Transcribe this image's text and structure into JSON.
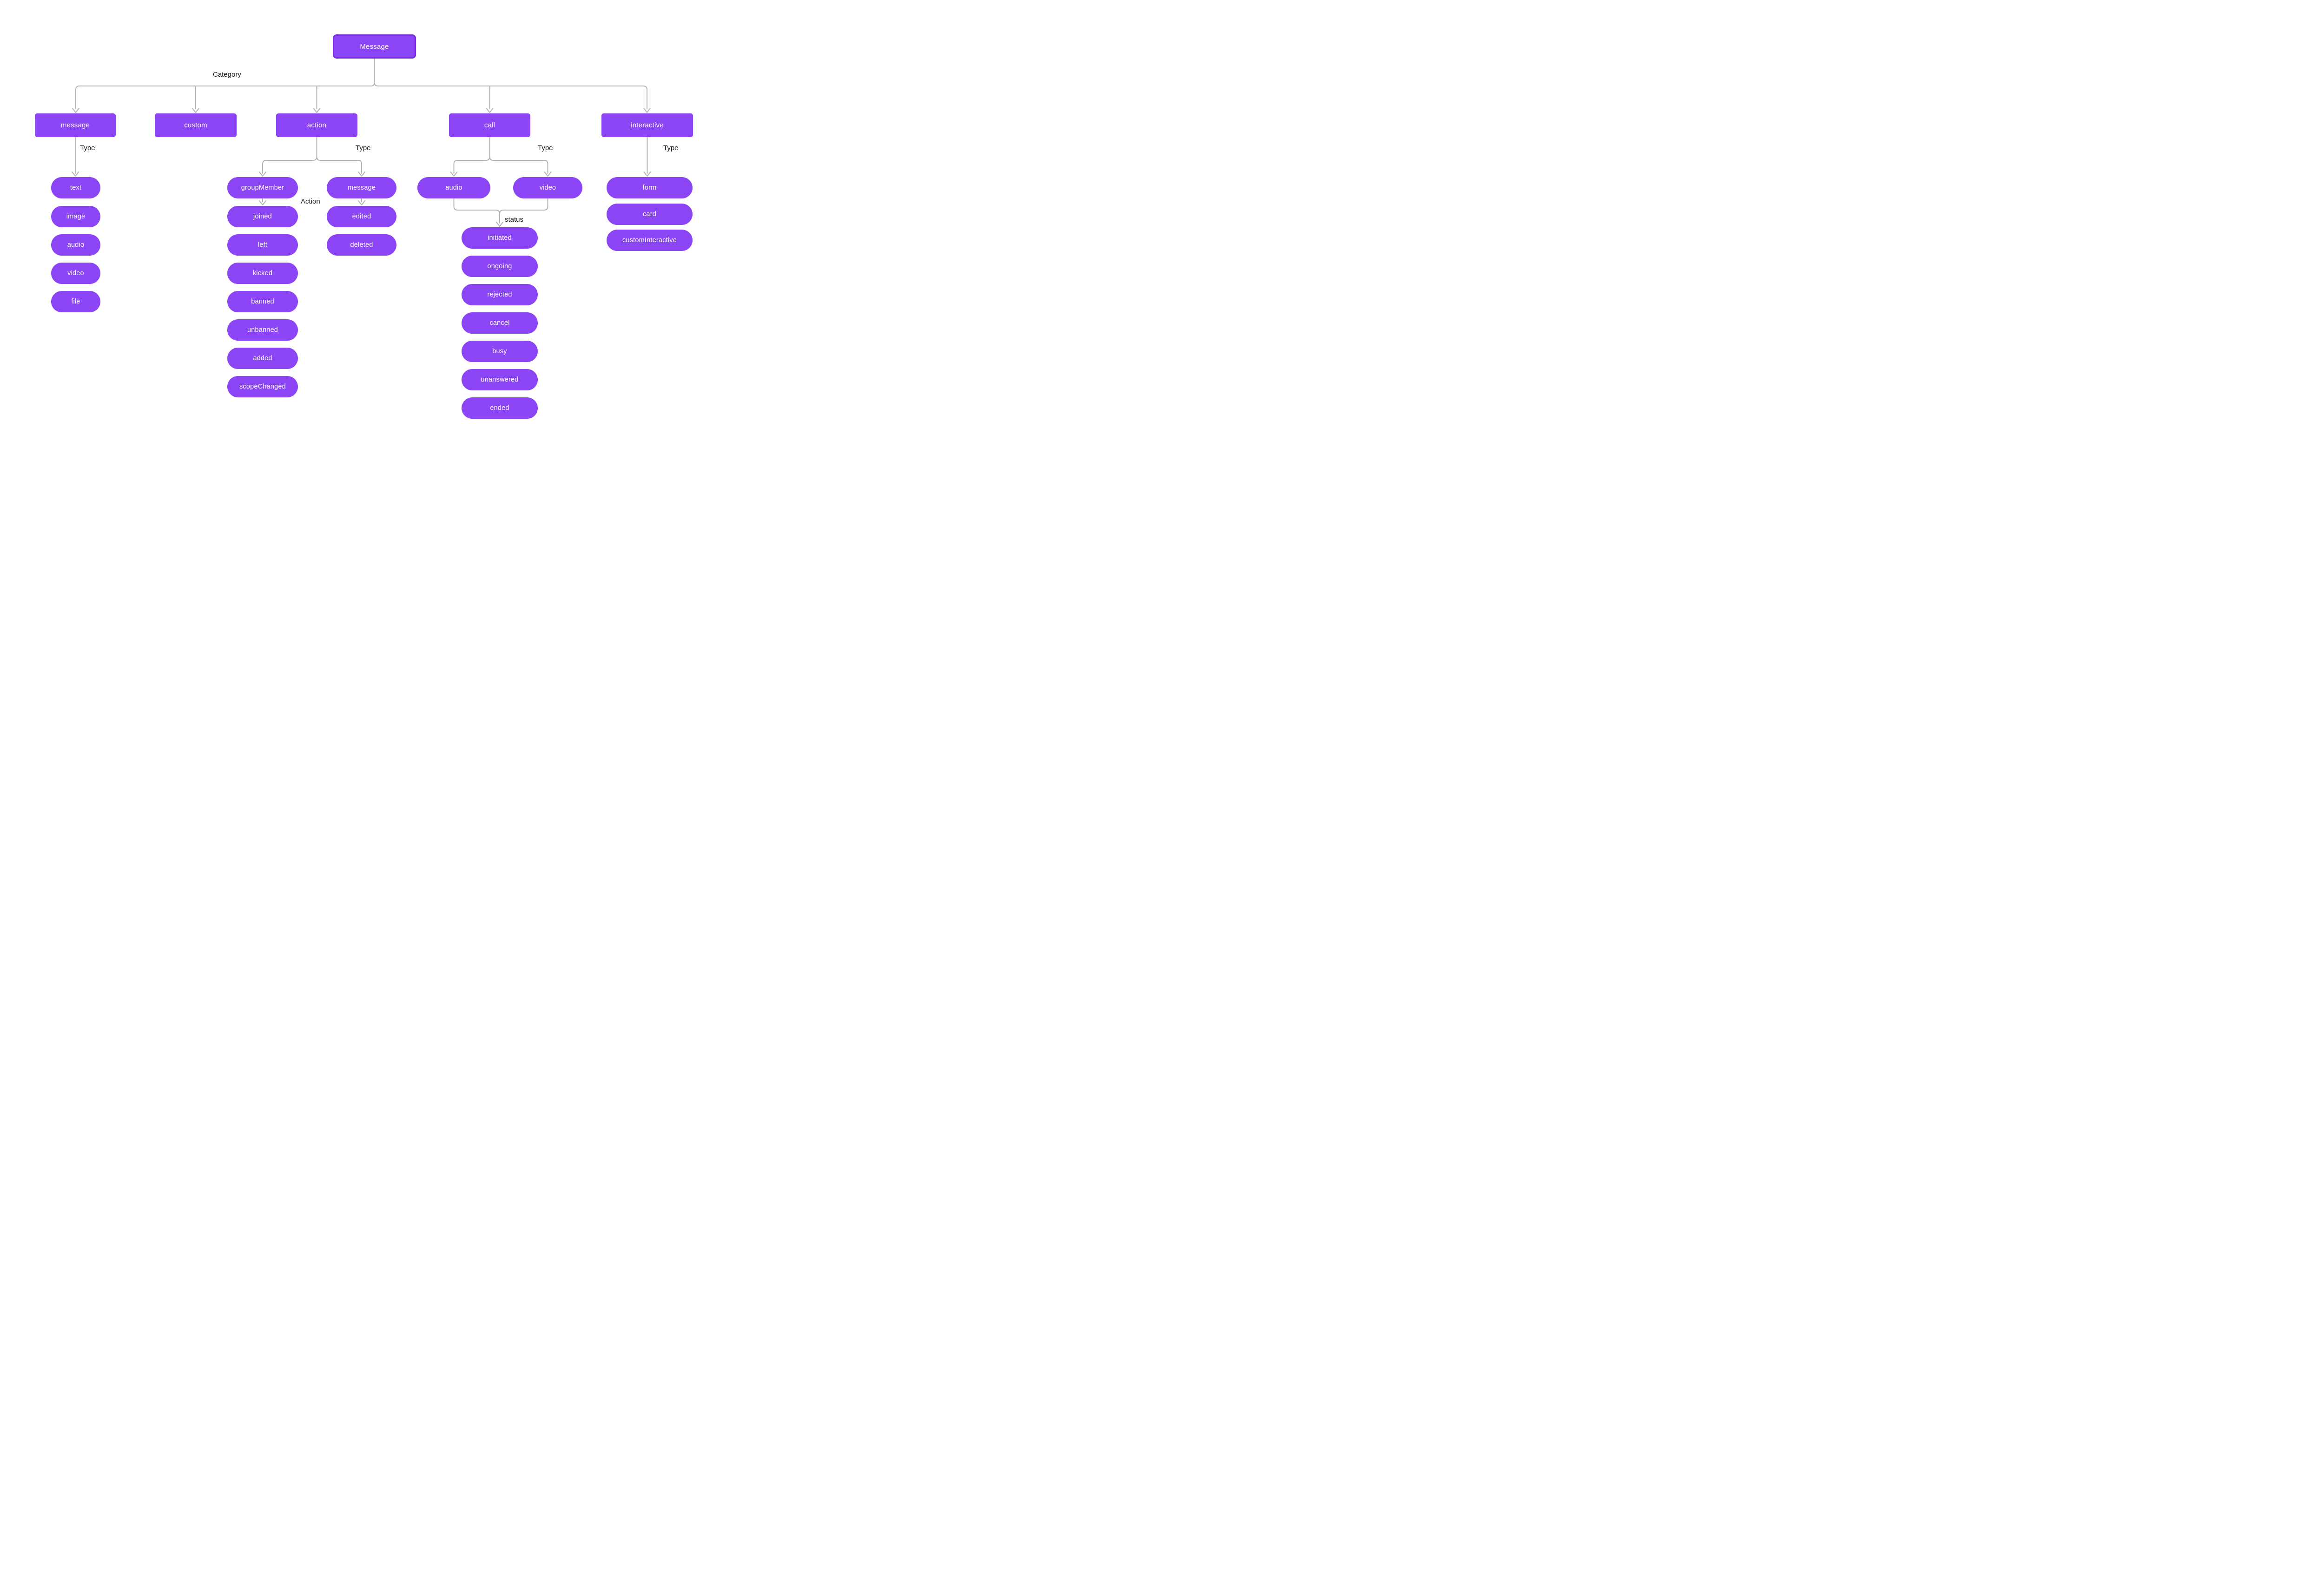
{
  "colors": {
    "node_fill": "#8b45f4",
    "root_border": "#7a2bdb",
    "connector": "#b4b4b4",
    "node_text": "#ffffff",
    "label_text": "#1a1a1a",
    "background": "#ffffff"
  },
  "root": {
    "label": "Message"
  },
  "labels": {
    "category": "Category",
    "type_message": "Type",
    "type_action": "Type",
    "type_call": "Type",
    "type_interactive": "Type",
    "action": "Action",
    "status": "status"
  },
  "categories": [
    {
      "label": "message"
    },
    {
      "label": "custom"
    },
    {
      "label": "action"
    },
    {
      "label": "call"
    },
    {
      "label": "interactive"
    }
  ],
  "message_types": [
    "text",
    "image",
    "audio",
    "video",
    "file"
  ],
  "action_types": [
    "groupMember",
    "message"
  ],
  "group_member_actions": [
    "joined",
    "left",
    "kicked",
    "banned",
    "unbanned",
    "added",
    "scopeChanged"
  ],
  "message_actions": [
    "edited",
    "deleted"
  ],
  "call_types": [
    "audio",
    "video"
  ],
  "call_statuses": [
    "initiated",
    "ongoing",
    "rejected",
    "cancel",
    "busy",
    "unanswered",
    "ended"
  ],
  "interactive_types": [
    "form",
    "card",
    "customInteractive"
  ]
}
